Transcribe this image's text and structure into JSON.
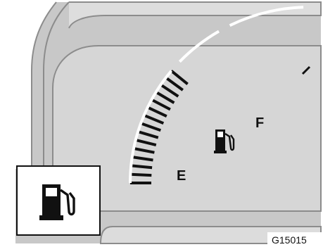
{
  "gauge": {
    "empty_label": "E",
    "full_label": "F",
    "fuel_level": 0.45,
    "icon": "fuel-pump-icon"
  },
  "inset": {
    "icon": "fuel-pump-icon"
  },
  "figure_code": "G15015",
  "colors": {
    "panel": "#d2d2d2",
    "frame": "#a9a9a9",
    "ink": "#111111"
  }
}
